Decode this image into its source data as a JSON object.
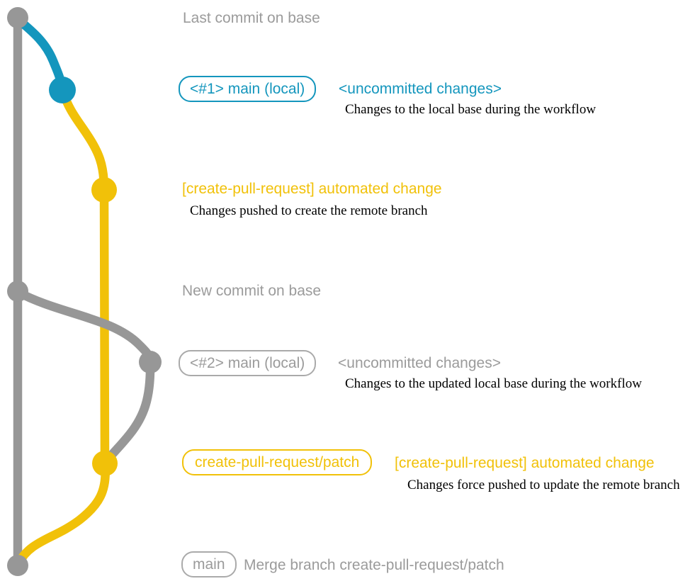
{
  "palette": {
    "base_gray": "#979797",
    "main_blue": "#1496bd",
    "patch_yellow": "#f1c109",
    "caption_gray": "#9b9b9b",
    "note_black": "#000000"
  },
  "graph": {
    "branches": [
      {
        "name": "base",
        "color_key": "base_gray"
      },
      {
        "name": "main (local)",
        "color_key": "main_blue"
      },
      {
        "name": "create-pull-request/patch",
        "color_key": "patch_yellow"
      }
    ],
    "commits": [
      {
        "name": "last-commit-on-base",
        "color_key": "base_gray"
      },
      {
        "name": "uncommitted-changes-1",
        "color_key": "main_blue"
      },
      {
        "name": "automated-change-1",
        "color_key": "patch_yellow"
      },
      {
        "name": "new-commit-on-base",
        "color_key": "base_gray"
      },
      {
        "name": "uncommitted-changes-2",
        "color_key": "base_gray"
      },
      {
        "name": "automated-change-2",
        "color_key": "patch_yellow"
      },
      {
        "name": "merge-commit",
        "color_key": "base_gray"
      }
    ]
  },
  "rows": {
    "row1": {
      "caption": "Last commit on base"
    },
    "row2": {
      "tag": "<#1> main (local)",
      "message": "<uncommitted changes>",
      "note": "Changes to the local base during the workflow"
    },
    "row3": {
      "message": "[create-pull-request] automated change",
      "note": "Changes pushed to create the remote branch"
    },
    "row4": {
      "caption": "New commit on base"
    },
    "row5": {
      "tag": "<#2> main (local)",
      "message": "<uncommitted changes>",
      "note": "Changes to the updated local base during the workflow"
    },
    "row6": {
      "tag": "create-pull-request/patch",
      "message": "[create-pull-request] automated change",
      "note": "Changes force pushed to update the remote branch"
    },
    "row7": {
      "tag": "main",
      "message": "Merge branch create-pull-request/patch"
    }
  }
}
